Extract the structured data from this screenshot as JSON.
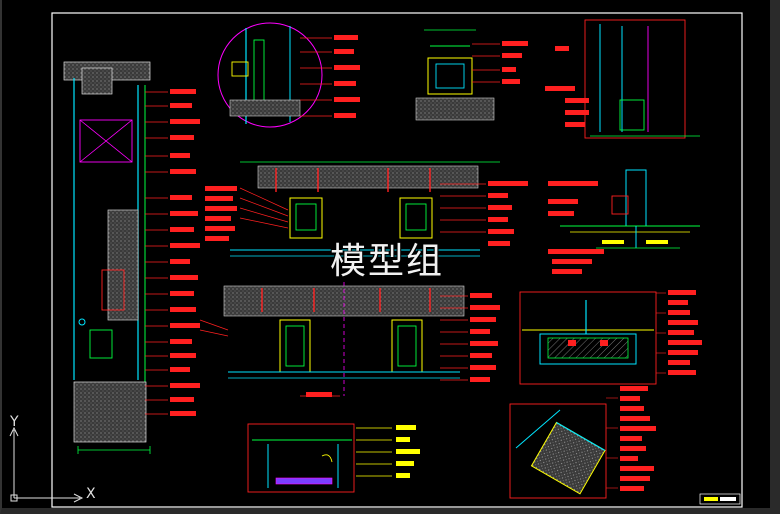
{
  "watermark": "模型组",
  "ucs": {
    "x_label": "X",
    "y_label": "Y"
  },
  "colors": {
    "background": "#000000",
    "frame_border": "#ffffff",
    "callout_red": "#ff2020",
    "detail_cyan": "#00e5ff",
    "detail_green": "#00ff40",
    "detail_yellow": "#ffff00",
    "detail_magenta": "#ff00ff",
    "concrete_hatch": "#8a8a8a"
  },
  "icons": [
    "ucs-axis-icon",
    "section-cut-icon"
  ]
}
